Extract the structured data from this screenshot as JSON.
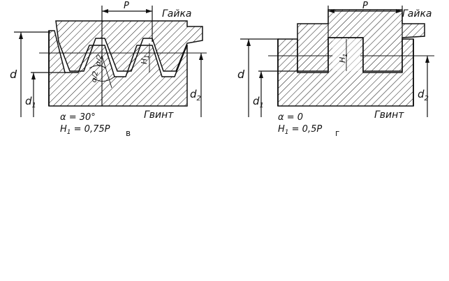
{
  "panels": [
    {
      "id": "v",
      "nut_label": "Гайка",
      "screw_label": "Гвинт",
      "pitch": "P",
      "d": "d",
      "d1": "d",
      "d1_sub": "1",
      "d2": "d",
      "d2_sub": "2",
      "h1": "H",
      "h1_sub": "1",
      "angle_a2_top": "α/2",
      "angle_a2_bottom": "α/2",
      "alpha_line": "α = 30°",
      "h1_prefix": "H",
      "h1_sub2": "1",
      "h1_value": " = 0,75P",
      "caption": "в"
    },
    {
      "id": "g",
      "nut_label": "Гайка",
      "screw_label": "Гвинт",
      "pitch": "P",
      "d": "d",
      "d1": "d",
      "d1_sub": "1",
      "d2": "d",
      "d2_sub": "2",
      "h1": "H",
      "h1_sub": "1",
      "alpha_line": "α = 0",
      "h1_prefix": "H",
      "h1_sub2": "1",
      "h1_value": " = 0,5P",
      "caption": "г"
    }
  ]
}
